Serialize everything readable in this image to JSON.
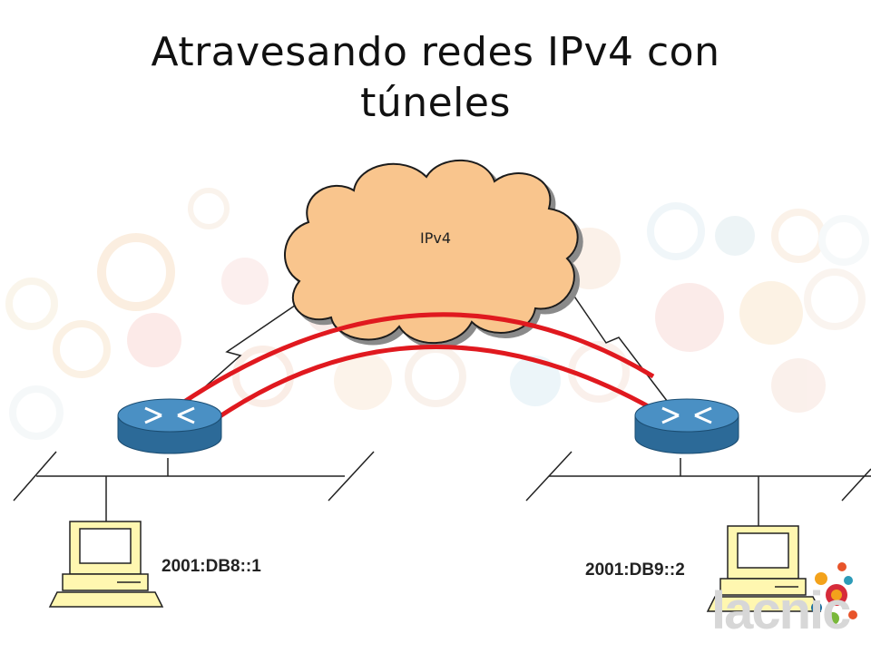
{
  "slide": {
    "title_line1": "Atravesando redes IPv4 con",
    "title_line2": "túneles"
  },
  "diagram": {
    "cloud_label": "IPv4",
    "nodes": [
      {
        "id": "router-left",
        "type": "router"
      },
      {
        "id": "router-right",
        "type": "router"
      },
      {
        "id": "host-left",
        "type": "host",
        "address": "2001:DB8::1"
      },
      {
        "id": "host-right",
        "type": "host",
        "address": "2001:DB9::2"
      },
      {
        "id": "ipv4-cloud",
        "type": "cloud",
        "label": "IPv4"
      }
    ],
    "links": [
      {
        "from": "router-left",
        "to": "ipv4-cloud",
        "style": "serial"
      },
      {
        "from": "router-right",
        "to": "ipv4-cloud",
        "style": "serial"
      },
      {
        "from": "router-left",
        "to": "router-right",
        "style": "tunnel",
        "color": "#e0191f"
      },
      {
        "from": "router-left",
        "to": "host-left",
        "style": "ethernet"
      },
      {
        "from": "router-right",
        "to": "host-right",
        "style": "ethernet"
      }
    ]
  },
  "colors": {
    "cloud_fill": "#f9c58d",
    "cloud_stroke": "#1a1a1a",
    "router_fill": "#3d83b7",
    "tunnel": "#e0191f",
    "host_fill": "#fff7b0"
  },
  "branding": {
    "logo_text": "lacnic"
  }
}
